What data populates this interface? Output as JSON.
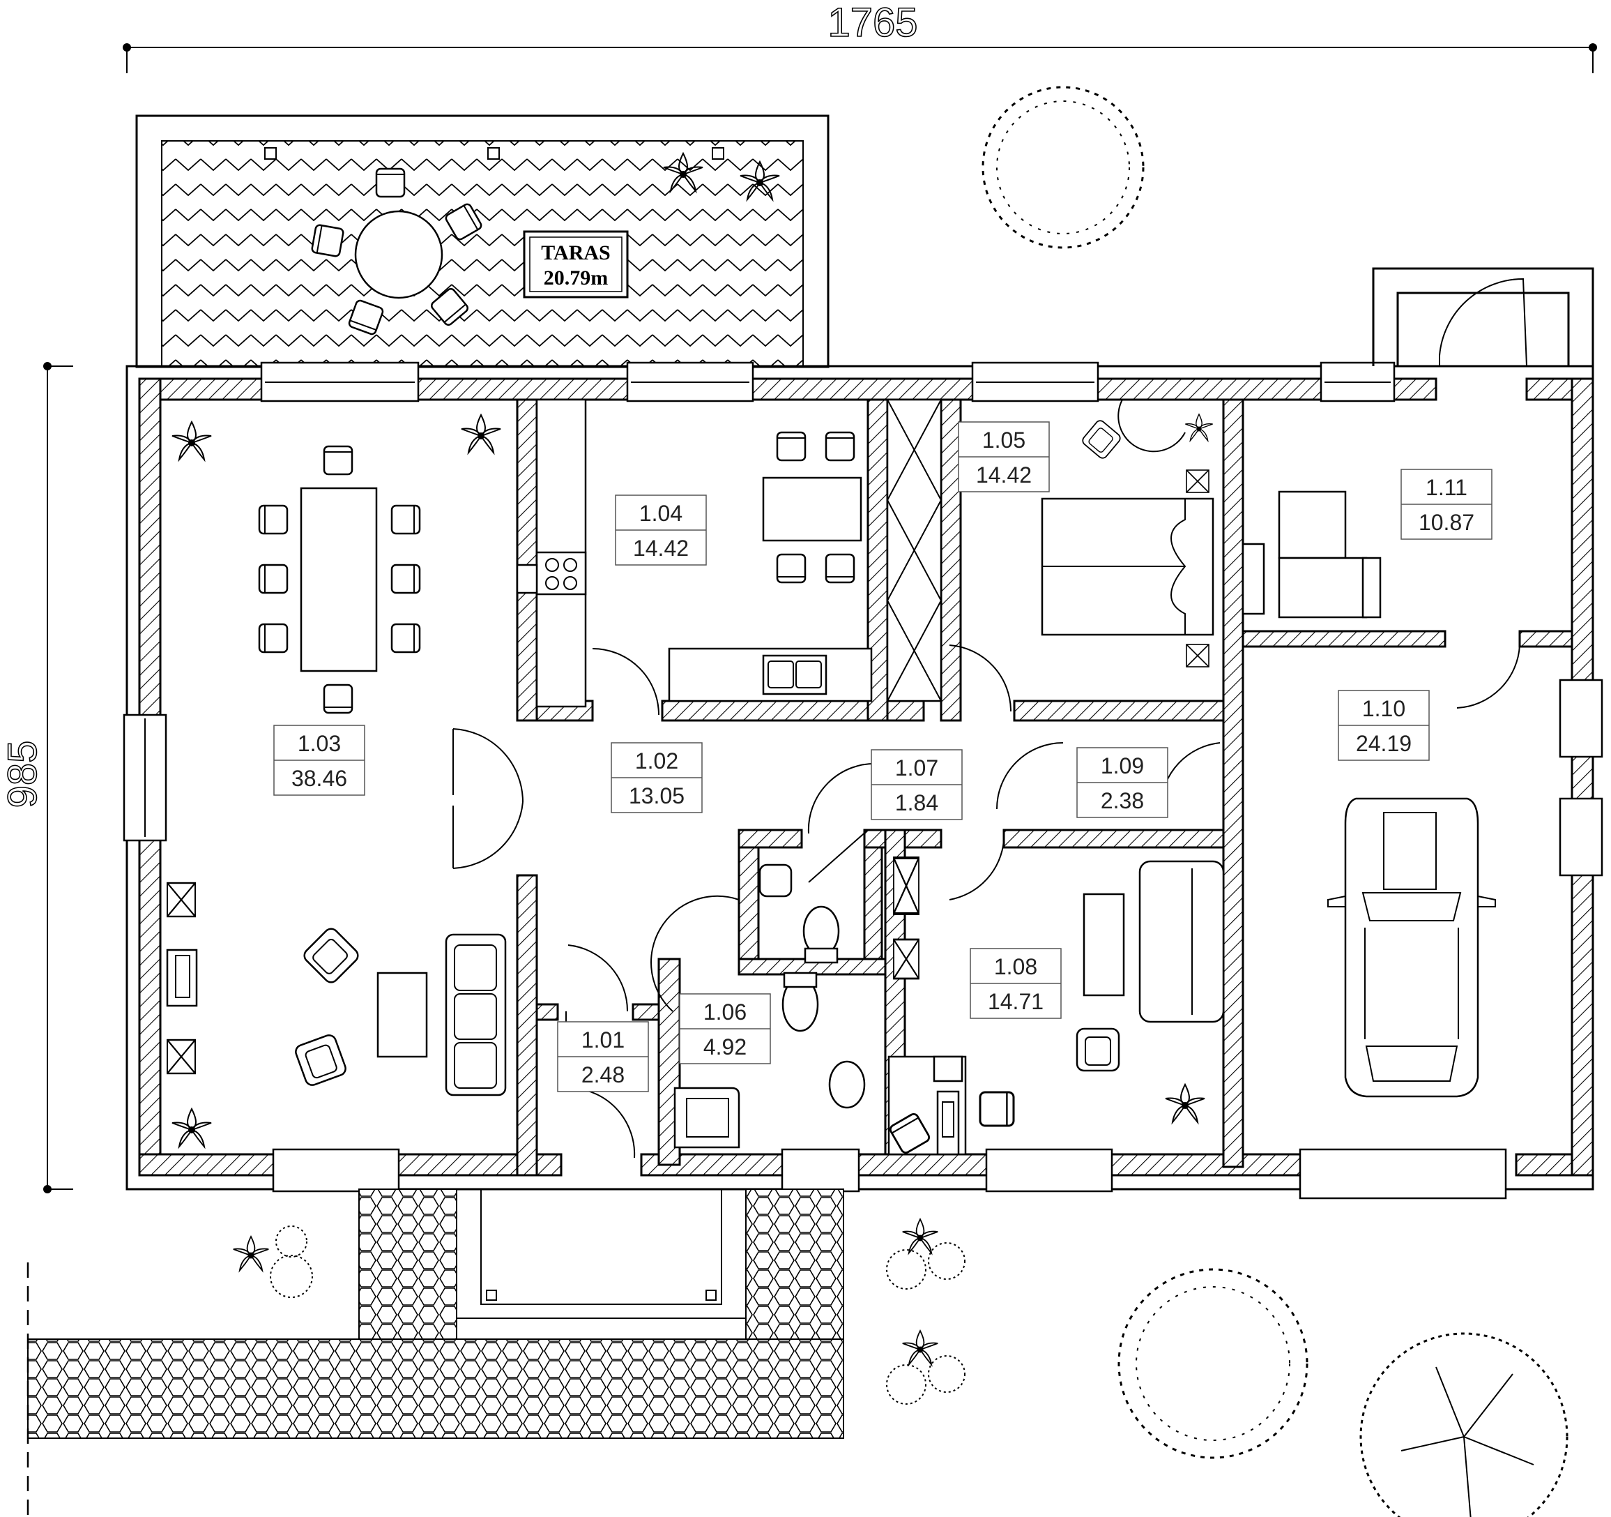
{
  "dimensions": {
    "width_label": "1765",
    "height_label": "985"
  },
  "terrace": {
    "name": "TARAS",
    "area": "20.79m"
  },
  "rooms": [
    {
      "id": "1.01",
      "area": "2.48"
    },
    {
      "id": "1.02",
      "area": "13.05"
    },
    {
      "id": "1.03",
      "area": "38.46"
    },
    {
      "id": "1.04",
      "area": "14.42"
    },
    {
      "id": "1.05",
      "area": "14.42"
    },
    {
      "id": "1.06",
      "area": "4.92"
    },
    {
      "id": "1.07",
      "area": "1.84"
    },
    {
      "id": "1.08",
      "area": "14.71"
    },
    {
      "id": "1.09",
      "area": "2.38"
    },
    {
      "id": "1.10",
      "area": "24.19"
    },
    {
      "id": "1.11",
      "area": "10.87"
    }
  ],
  "icons": [
    "tree-icon",
    "plant-icon",
    "car-icon",
    "chair-icon",
    "table-icon",
    "sofa-icon",
    "bed-icon",
    "stove-icon",
    "sink-icon",
    "toilet-icon",
    "shower-icon",
    "door-icon",
    "window-icon"
  ]
}
